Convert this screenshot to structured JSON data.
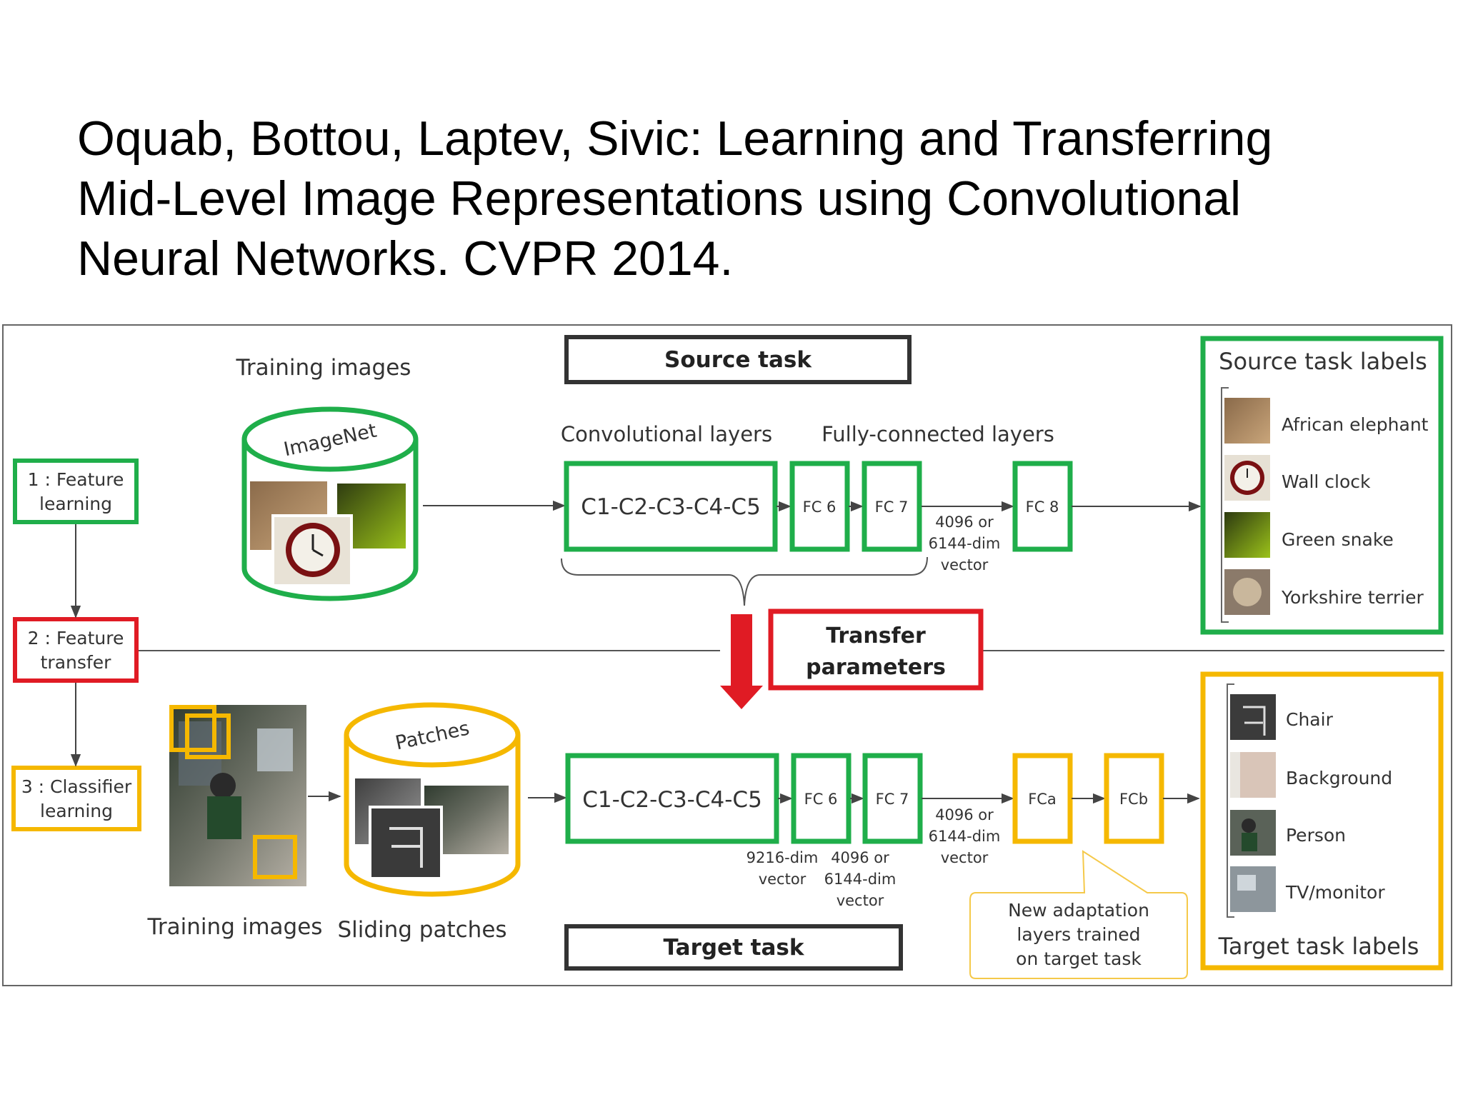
{
  "title_lines": [
    "Oquab, Bottou, Laptev, Sivic: Learning and Transferring",
    "Mid-Level Image Representations using Convolutional",
    "Neural Networks. CVPR 2014."
  ],
  "colors": {
    "green": "#1fae4a",
    "red": "#e01b24",
    "yellow": "#f5b800",
    "dark": "#333333",
    "line": "#444444"
  },
  "steps": {
    "step1": [
      "1 : Feature",
      "learning"
    ],
    "step2": [
      "2 : Feature",
      "transfer"
    ],
    "step3": [
      "3 : Classifier",
      "learning"
    ]
  },
  "source": {
    "training_images_label": "Training images",
    "dataset_label": "ImageNet",
    "task_label": "Source task",
    "conv_section_label": "Convolutional layers",
    "fc_section_label": "Fully-connected layers",
    "conv_block": "C1-C2-C3-C4-C5",
    "fc6": "FC 6",
    "fc7": "FC 7",
    "fc8": "FC 8",
    "vector_note": [
      "4096 or",
      "6144-dim",
      "vector"
    ],
    "labels_title": "Source task labels",
    "labels": [
      "African elephant",
      "Wall clock",
      "Green snake",
      "Yorkshire terrier"
    ]
  },
  "transfer": {
    "label": [
      "Transfer",
      "parameters"
    ]
  },
  "target": {
    "training_images_label": "Training images",
    "patches_label": "Sliding patches",
    "dataset_label": "Patches",
    "task_label": "Target task",
    "conv_block": "C1-C2-C3-C4-C5",
    "fc6": "FC 6",
    "fc7": "FC 7",
    "fca": "FCa",
    "fcb": "FCb",
    "note_9216": [
      "9216-dim",
      "vector"
    ],
    "note_4096_a": [
      "4096 or",
      "6144-dim",
      "vector"
    ],
    "note_4096_b": [
      "4096 or",
      "6144-dim",
      "vector"
    ],
    "adaptation_note": [
      "New adaptation",
      "layers trained",
      "on target task"
    ],
    "labels_title": "Target task labels",
    "labels": [
      "Chair",
      "Background",
      "Person",
      "TV/monitor"
    ]
  }
}
